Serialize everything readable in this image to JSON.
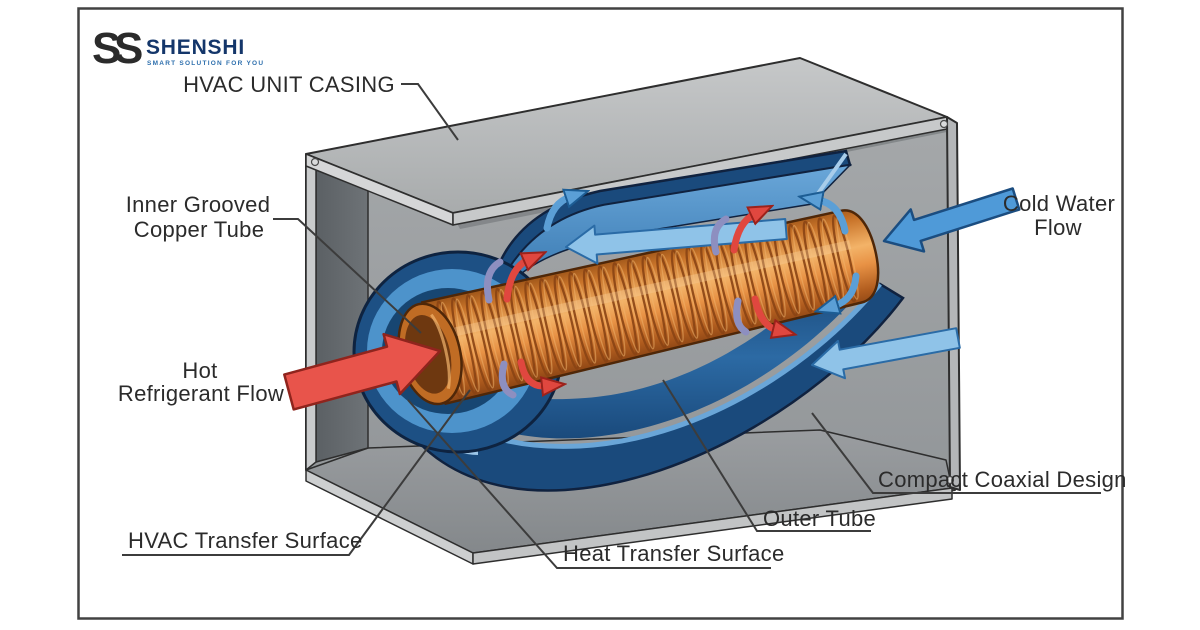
{
  "brand": {
    "monogram_s1": "S",
    "monogram_s2": "S",
    "name": "SHENSHI",
    "tagline": "SMART SOLUTION FOR YOU"
  },
  "labels": {
    "casing": "HVAC UNIT CASING",
    "inner_grooved_line1": "Inner Grooved",
    "inner_grooved_line2": "Copper Tube",
    "cold_water_line1": "Cold Water",
    "cold_water_line2": "Flow",
    "hot_refrigerant_line1": "Hot",
    "hot_refrigerant_line2": "Refrigerant Flow",
    "hvac_transfer_surface": "HVAC Transfer Surface",
    "heat_transfer_surface": "Heat Transfer Surface",
    "outer_tube": "Outer Tube",
    "compact_coaxial": "Compact Coaxial Design"
  },
  "colors": {
    "copper": "#d9812f",
    "outer_tube_navy": "#1a4a7c",
    "water_inner_blue": "#4d93cb",
    "hot_red": "#e8544b",
    "cold_blue": "#4f9ad8",
    "flow_light_blue": "#8fc3e8",
    "heat_curl_red": "#e0473f",
    "cold_curl_purple": "#8d8fc0",
    "casing_gray": "#b3b5b6",
    "logo_navy": "#14366a",
    "logo_blue": "#2e6fad"
  }
}
